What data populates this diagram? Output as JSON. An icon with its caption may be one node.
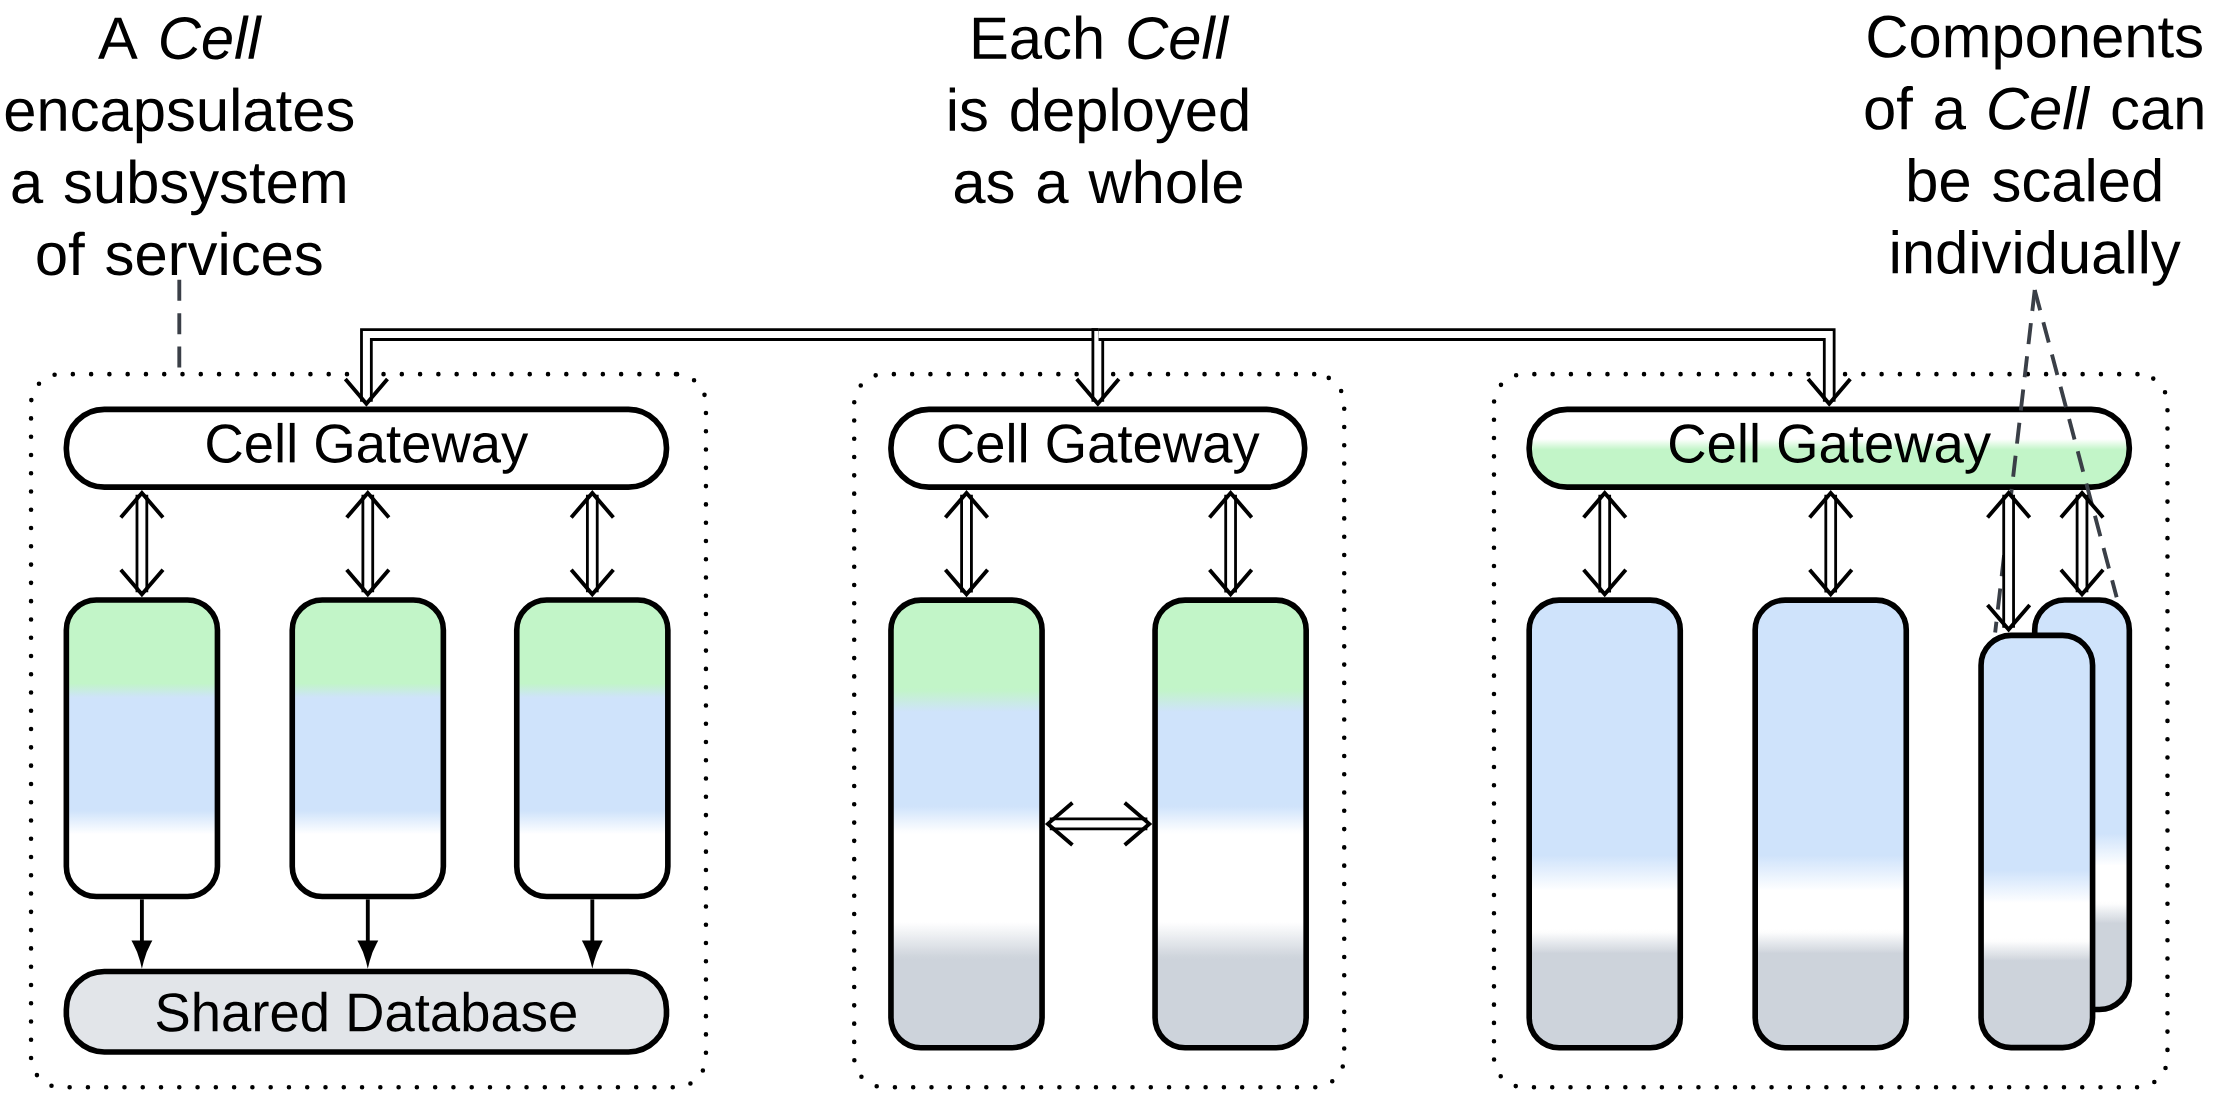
{
  "diagram": {
    "nodes": [
      {
        "text": [
          "A *Cell* encapsulates a subsystem of services"
        ]
      },
      {
        "text": [
          "Components of a *Cell* can be scaled individually"
        ]
      },
      {
        "text": [],
        "shape": "box"
      },
      {
        "text": [
          "Cell Gateway"
        ],
        "in": 2
      },
      {
        "text": [],
        "shape": "box",
        "in": 2
      },
      {
        "text": [],
        "shape": "box",
        "in": 2
      },
      {
        "text": [],
        "shape": "box",
        "in": 2
      },
      {
        "text": [
          "Shared Database"
        ],
        "in": 2
      },
      {
        "text": [],
        "shape": "box"
      },
      {
        "text": [
          "Cell Gateway"
        ],
        "in": 8
      },
      {
        "text": [],
        "shape": "box",
        "in": 8
      },
      {
        "text": [],
        "shape": "box",
        "in": 8
      },
      {
        "text": [],
        "shape": "box"
      },
      {
        "text": [
          "Cell Gateway"
        ],
        "in": 12
      },
      {
        "text": [],
        "shape": "box",
        "in": 12
      },
      {
        "text": [],
        "shape": "box",
        "in": 12
      },
      {
        "text": [],
        "shape": "box",
        "in": 12
      },
      {
        "text": [],
        "shape": "box",
        "in": 12
      }
    ],
    "edges": [
      {
        "from": 0,
        "to": 2,
        "arrow": "none",
        "style": "dashed"
      },
      {
        "from": 1,
        "to": 16,
        "arrow": "none",
        "style": "dashed"
      },
      {
        "from": 1,
        "to": 17,
        "arrow": "none",
        "style": "dashed"
      },
      {
        "from": null,
        "to": 3,
        "arrow": "to"
      },
      {
        "from": null,
        "to": 9,
        "arrow": "to"
      },
      {
        "from": null,
        "to": 13,
        "arrow": "to"
      },
      {
        "from": 3,
        "to": 4,
        "arrow": "both"
      },
      {
        "from": 3,
        "to": 5,
        "arrow": "both"
      },
      {
        "from": 3,
        "to": 6,
        "arrow": "both"
      },
      {
        "from": 4,
        "to": 7,
        "arrow": "to"
      },
      {
        "from": 5,
        "to": 7,
        "arrow": "to"
      },
      {
        "from": 6,
        "to": 7,
        "arrow": "to"
      },
      {
        "from": 9,
        "to": 10,
        "arrow": "both"
      },
      {
        "from": 9,
        "to": 11,
        "arrow": "both"
      },
      {
        "from": 10,
        "to": 11,
        "arrow": "both"
      },
      {
        "from": 13,
        "to": 14,
        "arrow": "both"
      },
      {
        "from": 13,
        "to": 15,
        "arrow": "both"
      },
      {
        "from": 13,
        "to": 16,
        "arrow": "both"
      },
      {
        "from": 13,
        "to": 17,
        "arrow": "both"
      }
    ],
    "labels": [
      "Each *Cell* is deployed as a whole"
    ]
  }
}
